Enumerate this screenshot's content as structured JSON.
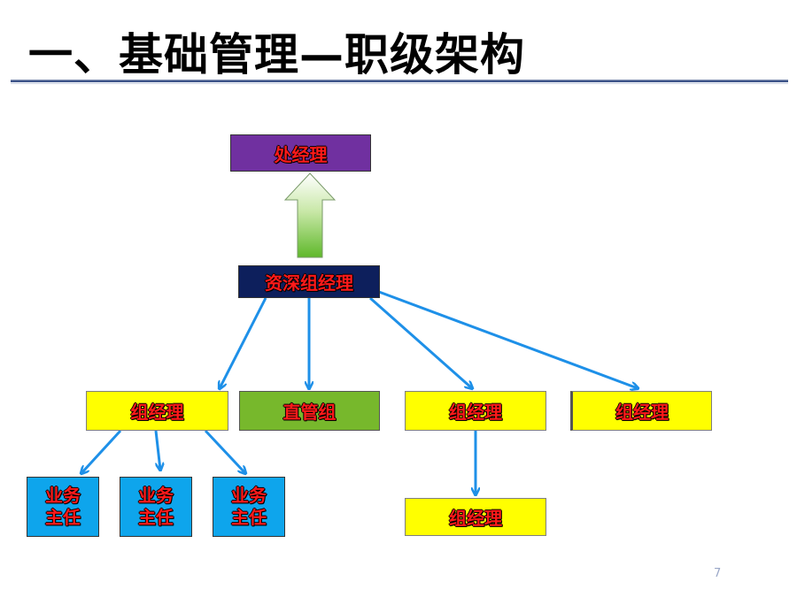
{
  "title": "一、基础管理—职级架构",
  "page_number": "7",
  "nodes": {
    "division_manager": "处经理",
    "senior_group_manager": "资深组经理",
    "group_manager_1": "组经理",
    "direct_group": "直管组",
    "group_manager_2": "组经理",
    "group_manager_3": "组经理",
    "group_manager_4": "组经理",
    "supervisor_1": "业务\n主任",
    "supervisor_2": "业务\n主任",
    "supervisor_3": "业务\n主任"
  },
  "colors": {
    "label_red": "#ff1a1a",
    "purple": "#7030a0",
    "navy": "#0d1f5c",
    "yellow": "#ffff00",
    "green": "#77b82c",
    "blue": "#0ea5ec",
    "arrow_blue": "#1e90e8"
  }
}
